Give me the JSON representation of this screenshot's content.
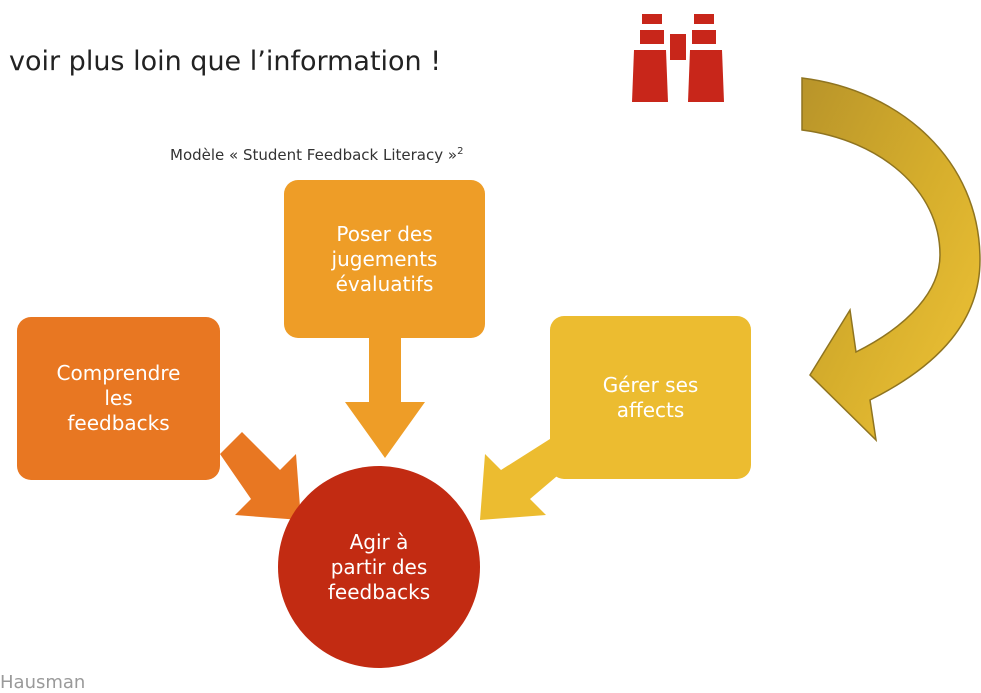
{
  "header": {
    "title": "voir plus loin que l’information !"
  },
  "subtitle": {
    "text": "Modèle « Student Feedback Literacy »",
    "sup": "2"
  },
  "diagram": {
    "box_left": {
      "lines": [
        "Comprendre",
        "les",
        "feedbacks"
      ]
    },
    "box_center": {
      "lines": [
        "Poser des",
        "jugements",
        "évaluatifs"
      ]
    },
    "box_right": {
      "lines": [
        "Gérer ses",
        "affects"
      ]
    },
    "circle": {
      "lines": [
        "Agir à",
        "partir des",
        "feedbacks"
      ]
    }
  },
  "footer": {
    "text": "Hausman"
  },
  "colors": {
    "orange_dark": "#e87722",
    "orange_mid": "#ee9d27",
    "gold": "#ecbc30",
    "red": "#c22b12",
    "arrow_gold": "#c9a42a",
    "binoculars": "#c8261a"
  },
  "icons": {
    "binoculars": "binoculars-icon",
    "curved_arrow": "curved-arrow"
  }
}
